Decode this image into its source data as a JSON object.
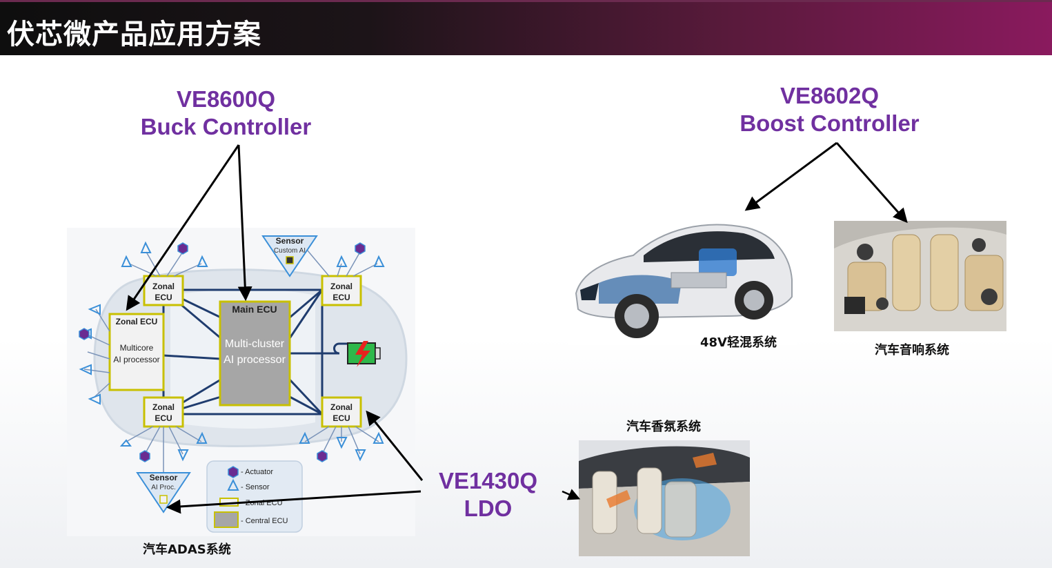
{
  "header": {
    "title": "伏芯微产品应用方案"
  },
  "products": {
    "buck": {
      "model": "VE8600Q",
      "name": "Buck Controller"
    },
    "boost": {
      "model": "VE8602Q",
      "name": "Boost Controller"
    },
    "ldo": {
      "model": "VE1430Q",
      "name": "LDO"
    }
  },
  "captions": {
    "adas": "汽车ADAS系统",
    "hybrid": "48V轻混系统",
    "audio": "汽车音响系统",
    "fragrance": "汽车香氛系统"
  },
  "diagram": {
    "main_ecu": "Main ECU",
    "main_ecu_desc_1": "Multi-cluster",
    "main_ecu_desc_2": "AI processor",
    "zonal_left": "Zonal ECU",
    "zonal_left_desc_1": "Multicore",
    "zonal_left_desc_2": "AI processor",
    "zonal_word": "Zonal",
    "ecu_word": "ECU",
    "sensor_top_1": "Sensor",
    "sensor_top_2": "Custom AI",
    "sensor_bottom_1": "Sensor",
    "sensor_bottom_2": "AI Proc.",
    "legend": {
      "actuator": "- Actuator",
      "sensor": "- Sensor",
      "zonal_ecu": "- Zonal ECU",
      "central_ecu": "- Central ECU"
    }
  },
  "colors": {
    "accent": "#7030a0",
    "zonal_border": "#c8c000",
    "ecu_link": "#1f3c6e",
    "sensor_icon": "#3a8fd8",
    "actuator_icon": "#6a2c91"
  }
}
